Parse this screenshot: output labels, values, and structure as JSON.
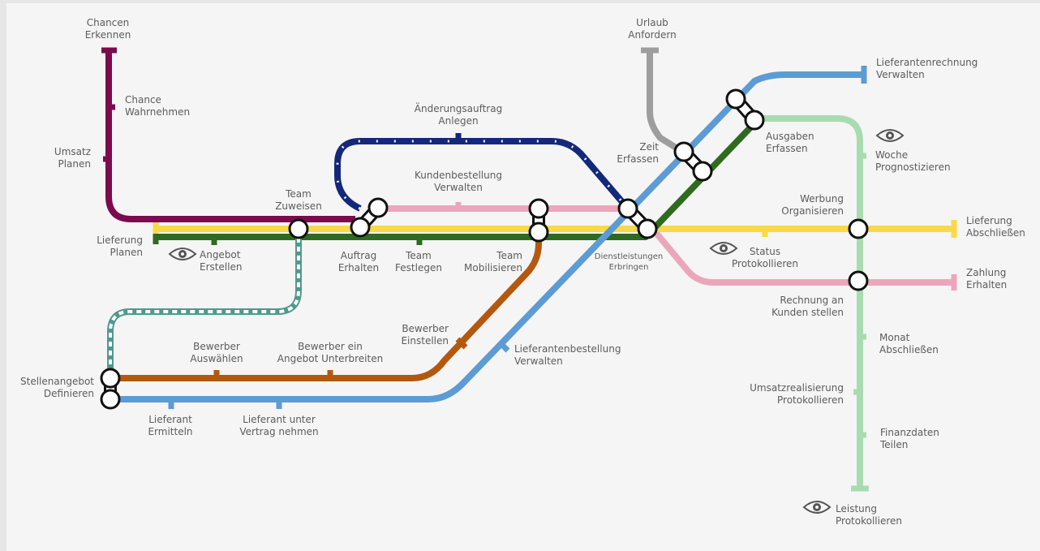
{
  "lines": {
    "purple": "#7b0a4e",
    "yellow": "#f9d949",
    "green": "#2e6b1f",
    "navy": "#14287a",
    "pink": "#eca6ba",
    "teal": "#4f9a8c",
    "orange": "#b5580f",
    "blue": "#5d9bd5",
    "gray": "#9e9e9e",
    "mint": "#a8dcb0"
  },
  "stops": {
    "chancen_erkennen": [
      "Chancen",
      "Erkennen"
    ],
    "chance_wahrnehmen": [
      "Chance",
      "Wahrnehmen"
    ],
    "umsatz_planen": [
      "Umsatz",
      "Planen"
    ],
    "lieferung_planen": [
      "Lieferung",
      "Planen"
    ],
    "angebot_erstellen": [
      "Angebot",
      "Erstellen"
    ],
    "team_zuweisen": [
      "Team",
      "Zuweisen"
    ],
    "aenderungsauftrag": [
      "Änderungsauftrag",
      "Anlegen"
    ],
    "kundenbestellung": [
      "Kundenbestellung",
      "Verwalten"
    ],
    "auftrag_erhalten": [
      "Auftrag",
      "Erhalten"
    ],
    "team_festlegen": [
      "Team",
      "Festlegen"
    ],
    "team_mobilisieren": [
      "Team",
      "Mobilisieren"
    ],
    "dienstleistungen": [
      "Dienstleistungen",
      "Erbringen"
    ],
    "urlaub": [
      "Urlaub",
      "Anfordern"
    ],
    "zeit": [
      "Zeit",
      "Erfassen"
    ],
    "ausgaben": [
      "Ausgaben",
      "Erfassen"
    ],
    "lieferantenrechnung": [
      "Lieferantenrechnung",
      "Verwalten"
    ],
    "woche": [
      "Woche",
      "Prognostizieren"
    ],
    "werbung": [
      "Werbung",
      "Organisieren"
    ],
    "lieferung_abschliessen": [
      "Lieferung",
      "Abschließen"
    ],
    "status": [
      "Status",
      "Protokollieren"
    ],
    "zahlung": [
      "Zahlung",
      "Erhalten"
    ],
    "rechnung": [
      "Rechnung an",
      "Kunden stellen"
    ],
    "monat": [
      "Monat",
      "Abschließen"
    ],
    "umsatzrealisierung": [
      "Umsatzrealisierung",
      "Protokollieren"
    ],
    "finanzdaten": [
      "Finanzdaten",
      "Teilen"
    ],
    "leistung": [
      "Leistung",
      "Protokollieren"
    ],
    "bewerber_einstellen": [
      "Bewerber",
      "Einstellen"
    ],
    "lieferantenbestellung": [
      "Lieferantenbestellung",
      "Verwalten"
    ],
    "bewerber_auswaehlen": [
      "Bewerber",
      "Auswählen"
    ],
    "bewerber_angebot": [
      "Bewerber ein",
      "Angebot Unterbreiten"
    ],
    "stellenangebot": [
      "Stellenangebot",
      "Definieren"
    ],
    "lieferant_ermitteln": [
      "Lieferant",
      "Ermitteln"
    ],
    "lieferant_vertrag": [
      "Lieferant unter",
      "Vertrag nehmen"
    ]
  },
  "icons": {
    "observe": "eye-icon"
  }
}
